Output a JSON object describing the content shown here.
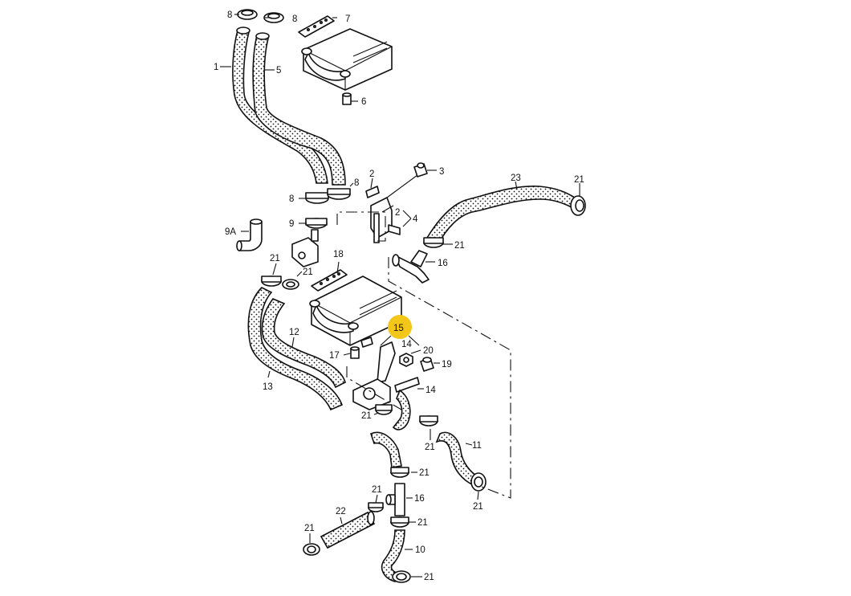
{
  "diagram": {
    "highlight_color": "#f3c61a",
    "highlighted_label": "15",
    "labels": [
      {
        "key": "l8a",
        "text": "8"
      },
      {
        "key": "l8b",
        "text": "8"
      },
      {
        "key": "l7",
        "text": "7"
      },
      {
        "key": "l1",
        "text": "1"
      },
      {
        "key": "l5",
        "text": "5"
      },
      {
        "key": "l6",
        "text": "6"
      },
      {
        "key": "l2a",
        "text": "2"
      },
      {
        "key": "l3",
        "text": "3"
      },
      {
        "key": "l23",
        "text": "23"
      },
      {
        "key": "l21a",
        "text": "21"
      },
      {
        "key": "l8c",
        "text": "8"
      },
      {
        "key": "l8d",
        "text": "8"
      },
      {
        "key": "l2b",
        "text": "2"
      },
      {
        "key": "l4",
        "text": "4"
      },
      {
        "key": "l9",
        "text": "9"
      },
      {
        "key": "l9A",
        "text": "9A"
      },
      {
        "key": "l21b",
        "text": "21"
      },
      {
        "key": "l16a",
        "text": "16"
      },
      {
        "key": "l18",
        "text": "18"
      },
      {
        "key": "l21c",
        "text": "21"
      },
      {
        "key": "l21d",
        "text": "21"
      },
      {
        "key": "l12",
        "text": "12"
      },
      {
        "key": "l15",
        "text": "15"
      },
      {
        "key": "l14a",
        "text": "14"
      },
      {
        "key": "l17",
        "text": "17"
      },
      {
        "key": "l20",
        "text": "20"
      },
      {
        "key": "l19",
        "text": "19"
      },
      {
        "key": "l13",
        "text": "13"
      },
      {
        "key": "l14b",
        "text": "14"
      },
      {
        "key": "l21e",
        "text": "21"
      },
      {
        "key": "l21f",
        "text": "21"
      },
      {
        "key": "l11",
        "text": "11"
      },
      {
        "key": "l21g",
        "text": "21"
      },
      {
        "key": "l21h",
        "text": "21"
      },
      {
        "key": "l21i",
        "text": "21"
      },
      {
        "key": "l16b",
        "text": "16"
      },
      {
        "key": "l22",
        "text": "22"
      },
      {
        "key": "l21j",
        "text": "21"
      },
      {
        "key": "l21k",
        "text": "21"
      },
      {
        "key": "l10",
        "text": "10"
      },
      {
        "key": "l21l",
        "text": "21"
      }
    ]
  }
}
